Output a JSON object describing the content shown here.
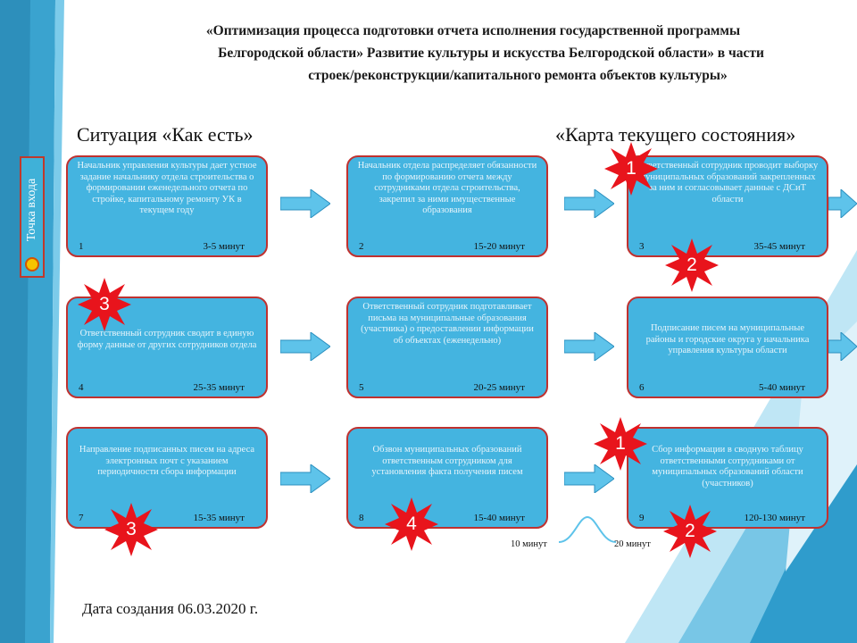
{
  "title": {
    "line1": "«Оптимизация процесса подготовки отчета исполнения государственной программы",
    "line2": "Белгородской области» Развитие культуры и искусства Белгородской области» в части",
    "line3": "строек/реконструкции/капитального ремонта объектов культуры»"
  },
  "situation_label": "Ситуация «Как есть»",
  "map_label": "«Карта текущего состояния»",
  "entry_point": {
    "label": "Точка входа",
    "icon": "gear-icon"
  },
  "steps": [
    {
      "text": "Начальник управления культуры дает устное задание начальнику отдела строительства о формировании еженедельного отчета по стройке, капитальному ремонту УК в текущем году",
      "number": "1",
      "time": "3-5 минут"
    },
    {
      "text": "Начальник отдела распределяет обязанности по формированию отчета между сотрудниками отдела строительства, закрепил за ними имущественные образования",
      "number": "2",
      "time": "15-20 минут"
    },
    {
      "text": "Ответственный сотрудник проводит выборку муниципальных образований закрепленных за ним и согласовывает данные с ДСиТ области",
      "number": "3",
      "time": "35-45 минут"
    },
    {
      "text": "Ответственный сотрудник сводит в единую форму данные от других сотрудников отдела",
      "number": "4",
      "time": "25-35 минут"
    },
    {
      "text": "Ответственный сотрудник подготавливает письма на муниципальные образования (участника) о предоставлении информации об объектах (еженедельно)",
      "number": "5",
      "time": "20-25 минут"
    },
    {
      "text": "Подписание писем на муниципальные районы и городские округа у начальника управления культуры области",
      "number": "6",
      "time": "5-40 минут"
    },
    {
      "text": "Направление подписанных писем на адреса электронных почт с указанием периодичности сбора информации",
      "number": "7",
      "time": "15-35 минут"
    },
    {
      "text": "Обзвон муниципальных образований ответственным сотрудником для установления факта получения писем",
      "number": "8",
      "time": "15-40 минут"
    },
    {
      "text": "Сбор информации в сводную таблицу ответственными сотрудниками от муниципальных образований области (участников)",
      "number": "9",
      "time": "120-130 минут"
    }
  ],
  "problem_markers": [
    "1",
    "2",
    "3",
    "3",
    "4",
    "1",
    "2"
  ],
  "variation": {
    "min_label": "10 минут",
    "max_label": "20 минут"
  },
  "date": "Дата создания 06.03.2020 г.",
  "colors": {
    "box_fill": "#44b4e0",
    "box_border": "#c0312f",
    "burst": "#e8141c",
    "arrow_fill": "#5ec3ea"
  }
}
